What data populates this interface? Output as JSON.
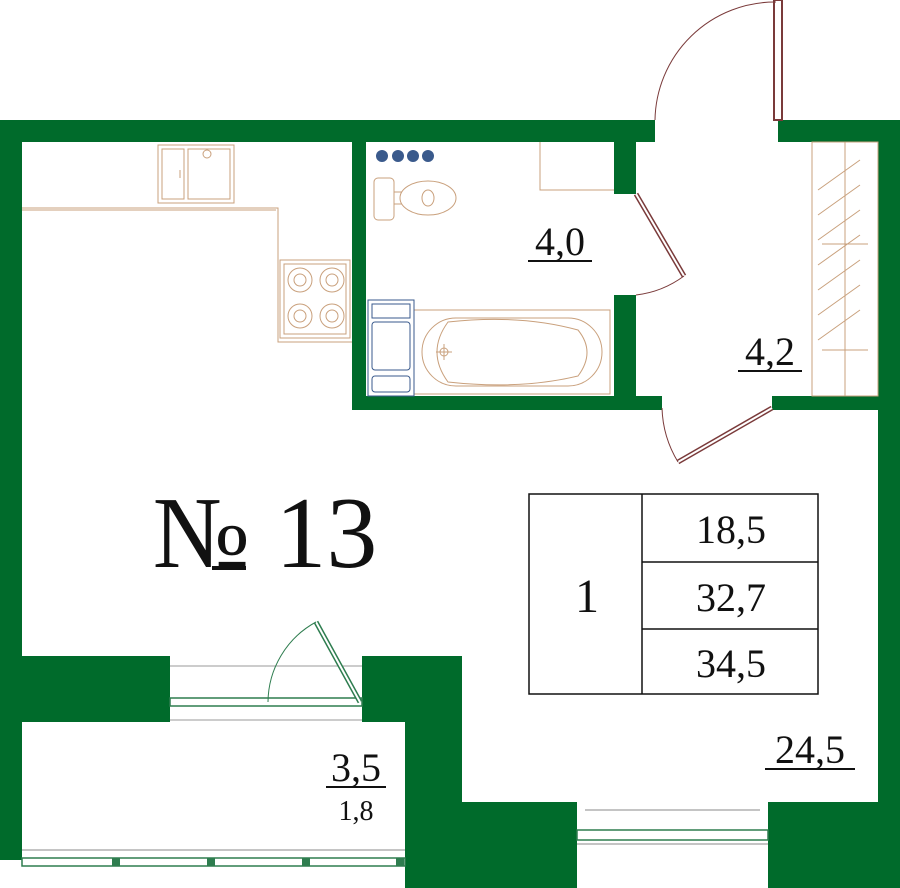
{
  "apartment": {
    "title": "№ 13",
    "rooms": "1",
    "areas": [
      "18,5",
      "32,7",
      "34,5"
    ]
  },
  "room_areas": {
    "bathroom": "4,0",
    "hallway": "4,2",
    "living": "24,5",
    "balcony_main": "3,5",
    "balcony_sub": "1,8"
  },
  "colors": {
    "wall": "#006b2b",
    "fixture": "#c9a07c",
    "plumbing_blue": "#3a5a8c",
    "door": "#7a3a3a",
    "window": "#2e7d4f"
  }
}
